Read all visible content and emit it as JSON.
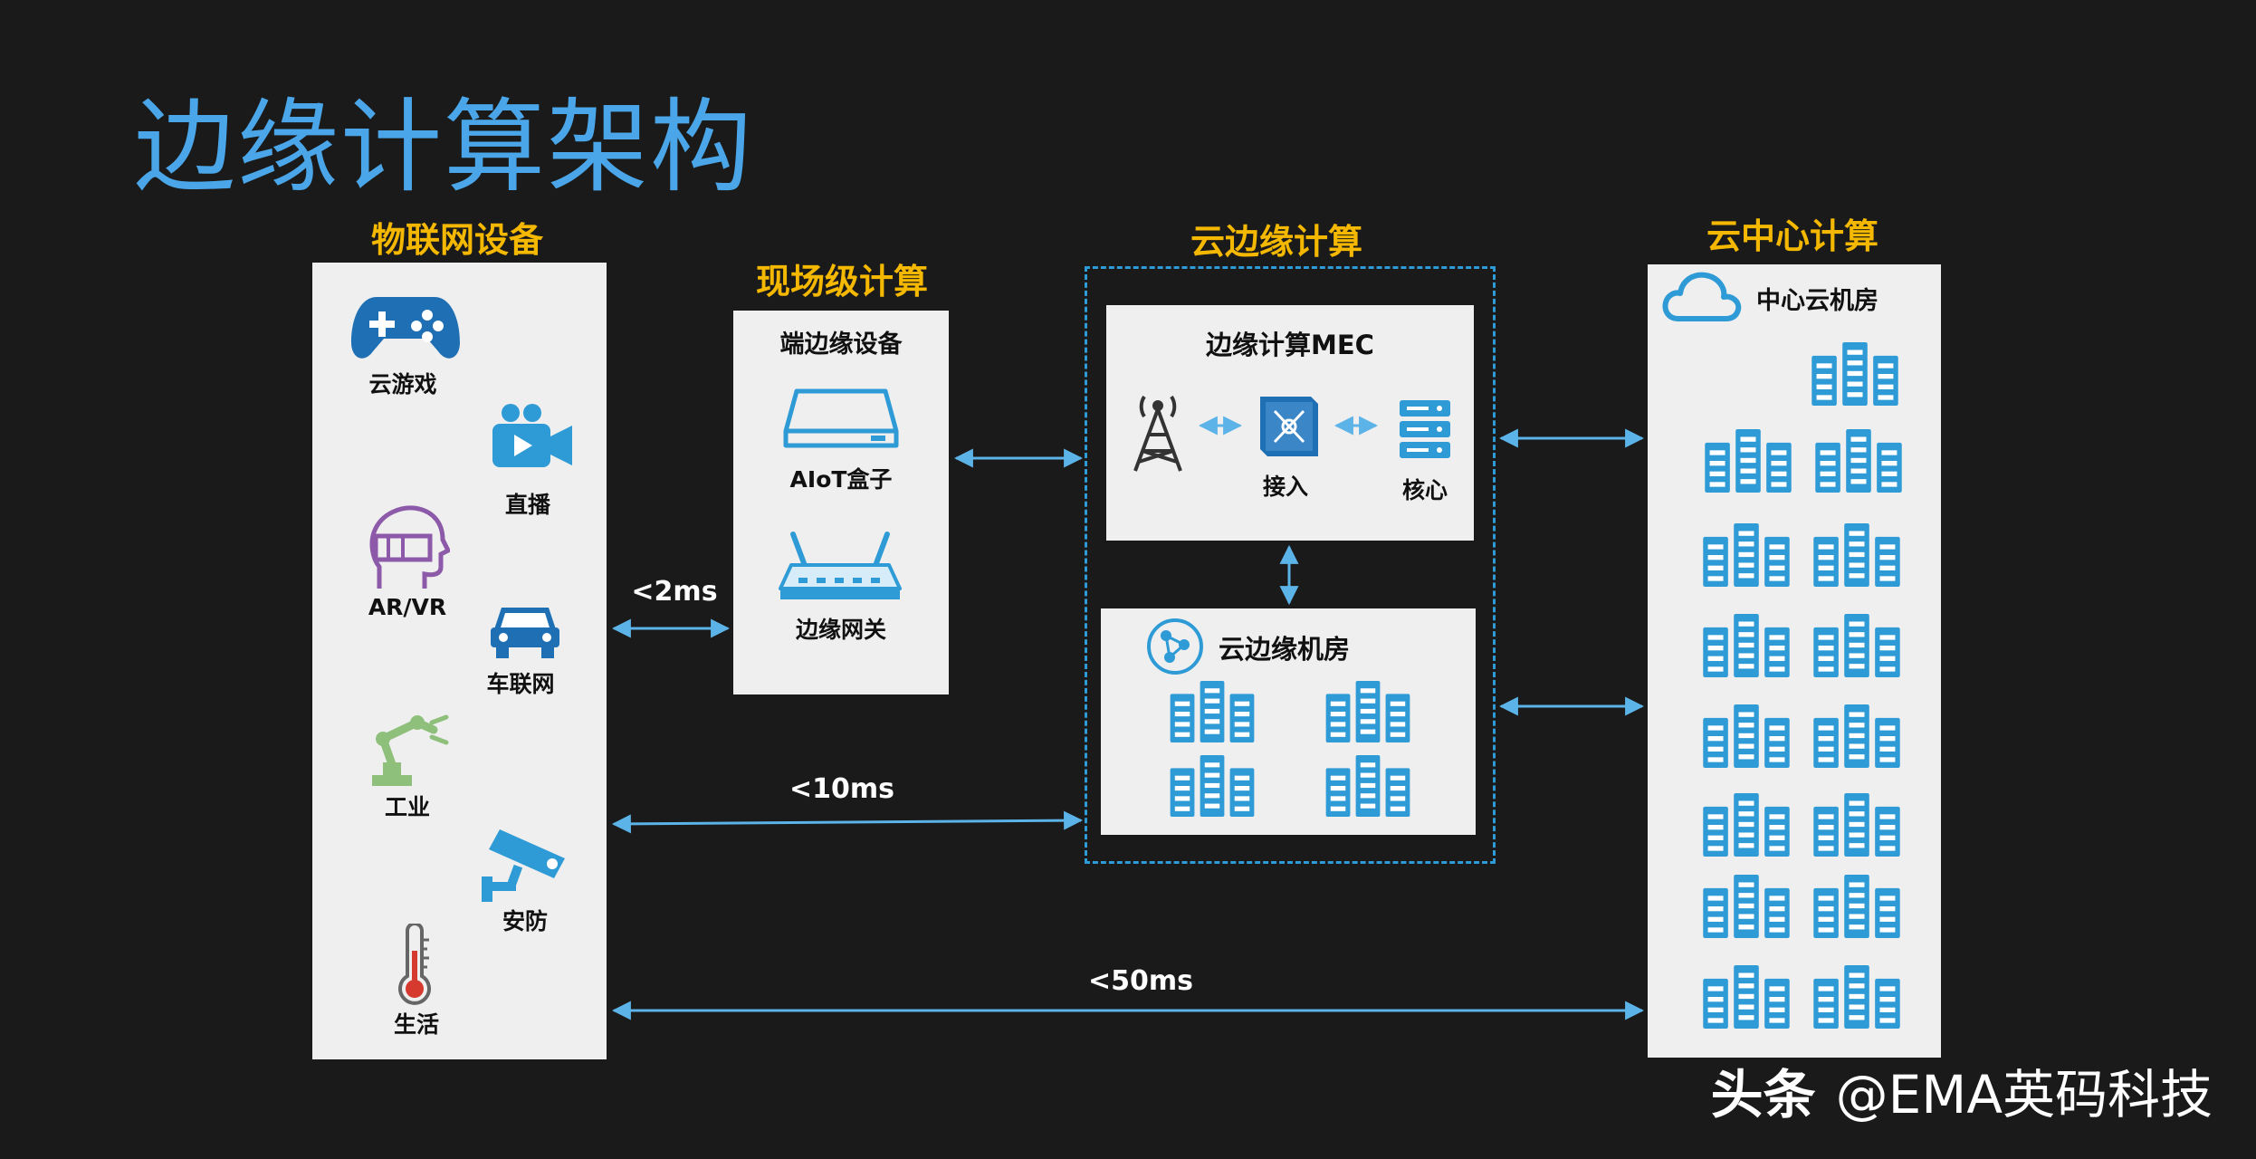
{
  "title": "边缘计算架构",
  "columns": {
    "iot": "物联网设备",
    "field": "现场级计算",
    "cloud_edge": "云边缘计算",
    "cloud_center": "云中心计算"
  },
  "iot_devices": [
    "云游戏",
    "直播",
    "AR/VR",
    "车联网",
    "工业",
    "安防",
    "生活"
  ],
  "field_box": {
    "title": "端边缘设备",
    "items": [
      "AIoT盒子",
      "边缘网关"
    ]
  },
  "mec": {
    "title": "边缘计算MEC",
    "access": "接入",
    "core": "核心"
  },
  "edge_room": {
    "title": "云边缘机房"
  },
  "center_room": {
    "title": "中心云机房"
  },
  "latency": {
    "l1": "<2ms",
    "l2": "<10ms",
    "l3": "<50ms"
  },
  "watermark": {
    "brand": "头条",
    "handle": "@EMA英码科技"
  },
  "colors": {
    "title": "#4aa6e8",
    "heading": "#f5b800",
    "accent": "#2e9bd6",
    "panel": "#efefef",
    "background": "#1a1a1a"
  }
}
